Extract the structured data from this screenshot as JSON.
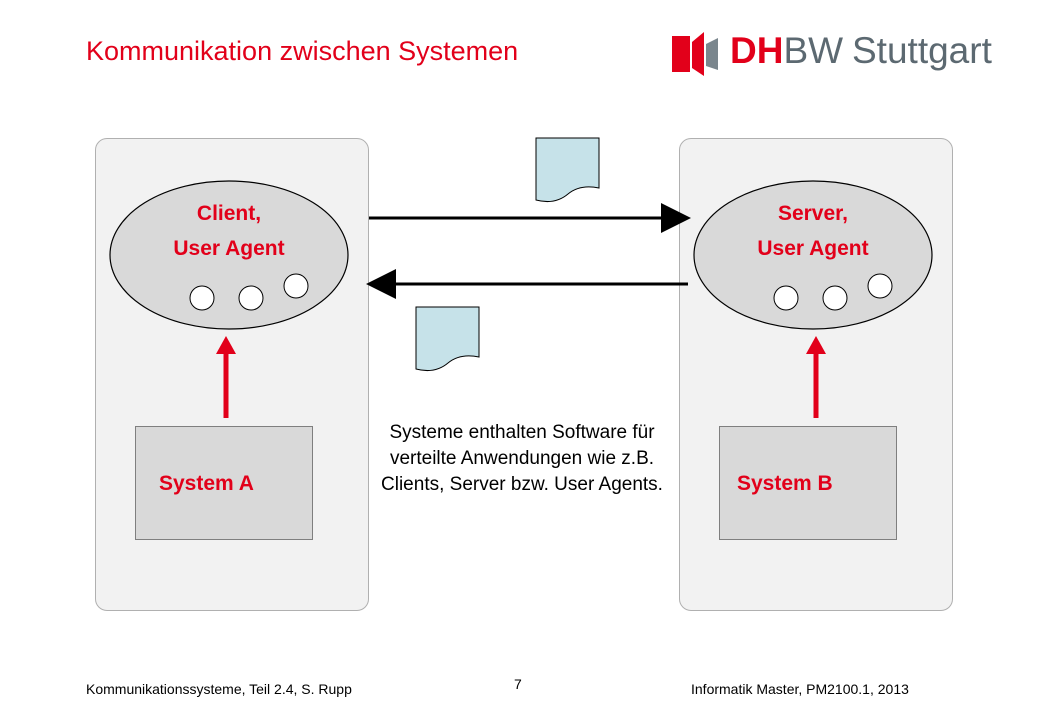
{
  "slide": {
    "title": "Kommunikation zwischen Systemen",
    "logo": {
      "text_dh": "DH",
      "text_bw": "BW",
      "text_city": "Stuttgart"
    },
    "left_agent": {
      "line1": "Client,",
      "line2": "User Agent"
    },
    "right_agent": {
      "line1": "Server,",
      "line2": "User Agent"
    },
    "left_system": "System A",
    "right_system": "System B",
    "note": "Systeme enthalten Software für verteilte Anwendungen wie z.B. Clients, Server bzw. User Agents.",
    "footer": {
      "left": "Kommunikationssysteme, Teil 2.4, S. Rupp",
      "page": "7",
      "right": "Informatik Master, PM2100.1, 2013"
    }
  },
  "colors": {
    "accent": "#e2001a",
    "logo_gray": "#5c6971",
    "panel": "#f2f2f2",
    "agent_fill": "#d9d9d9",
    "document_fill": "#c6e2e9"
  },
  "icons": [
    "document-icon",
    "arrow-right-icon",
    "arrow-left-icon",
    "arrow-up-icon",
    "port-circle-icon"
  ]
}
